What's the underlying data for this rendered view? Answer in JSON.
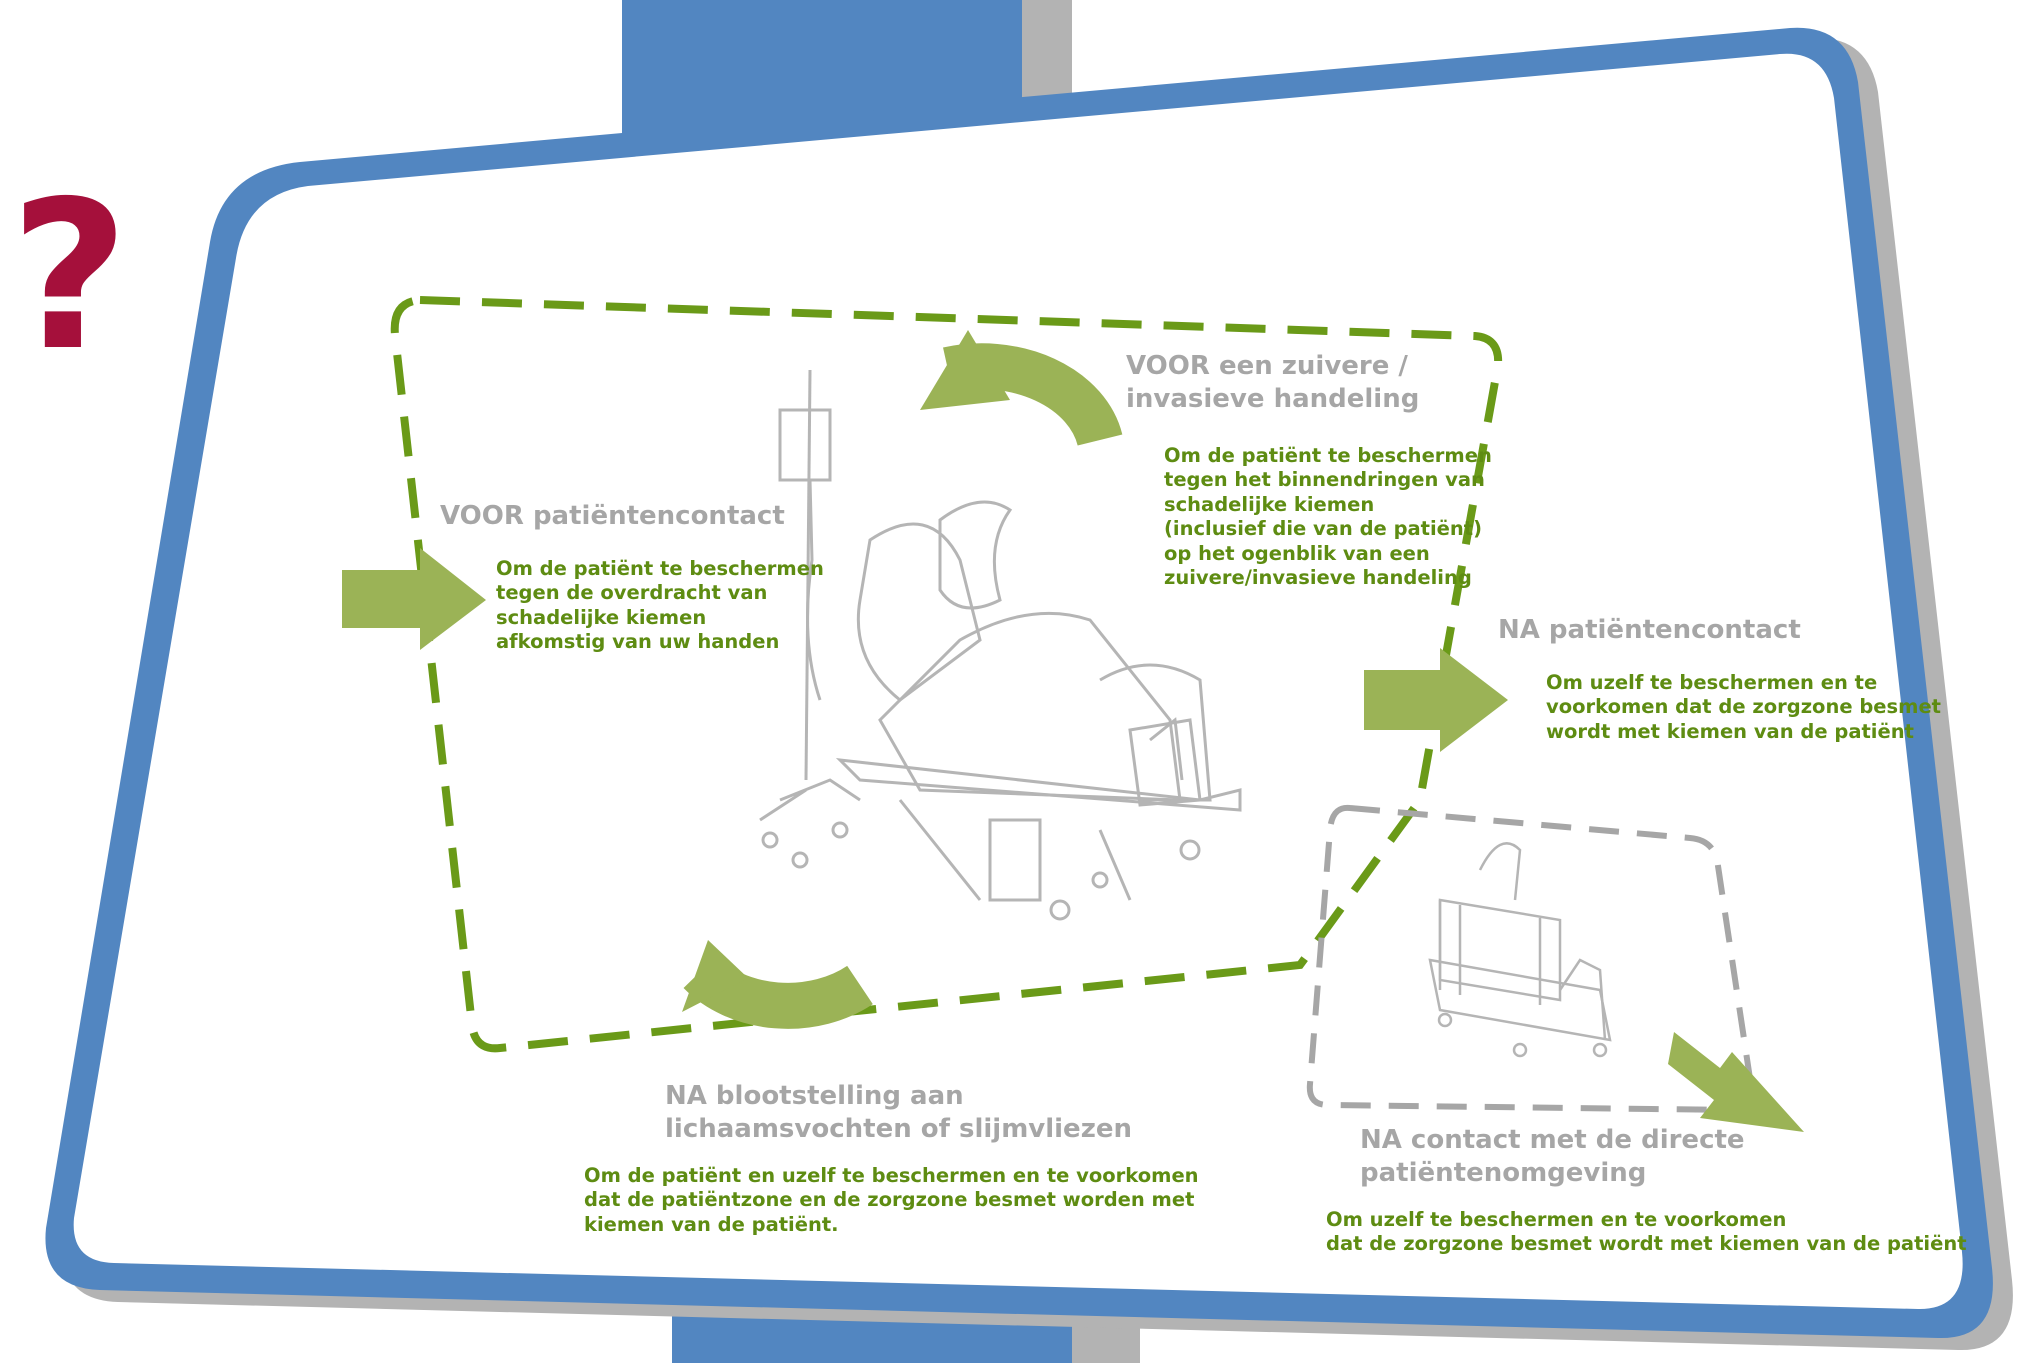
{
  "side_mark": "?",
  "colors": {
    "frame_blue": "#5286c1",
    "frame_shadow": "#b3b3b3",
    "arrow_green": "#9bb356",
    "dash_green": "#6a9a18",
    "dash_grey": "#a6a6a6",
    "title_grey": "#a6a6a6",
    "text_green": "#5e8c12",
    "accent_red": "#a5103b"
  },
  "icons": {
    "patient_bed": "patient-in-bed-illustration",
    "empty_bed": "empty-bed-illustration",
    "arrows": [
      "arrow-right",
      "arrow-right",
      "arrow-diagonal-down-right",
      "curved-arrow",
      "curved-arrow"
    ]
  },
  "moments": {
    "voor_patientencontact": {
      "title": "VOOR patiëntencontact",
      "description": "Om de patiënt te beschermen\ntegen de overdracht van\nschadelijke kiemen\nafkomstig van uw handen"
    },
    "voor_zuivere_handeling": {
      "title": "VOOR een zuivere /\ninvasieve handeling",
      "description": "Om de patiënt te beschermen\ntegen het binnendringen van\nschadelijke kiemen\n(inclusief die van de patiënt)\nop het ogenblik van een\nzuivere/invasieve handeling"
    },
    "na_patientencontact": {
      "title": "NA patiëntencontact",
      "description": "Om uzelf te beschermen en te\nvoorkomen dat de zorgzone besmet\nwordt met kiemen van de patiënt"
    },
    "na_blootstelling": {
      "title": "NA  blootstelling aan\nlichaamsvochten of slijmvliezen",
      "description": "Om de patiënt en uzelf te beschermen en te voorkomen\ndat de patiëntzone en de zorgzone besmet worden met\nkiemen van de patiënt."
    },
    "na_contact_omgeving": {
      "title": "NA  contact met de directe\npatiëntenomgeving",
      "description": "Om uzelf te beschermen en te voorkomen\ndat de zorgzone besmet wordt met kiemen van de patiënt"
    }
  }
}
